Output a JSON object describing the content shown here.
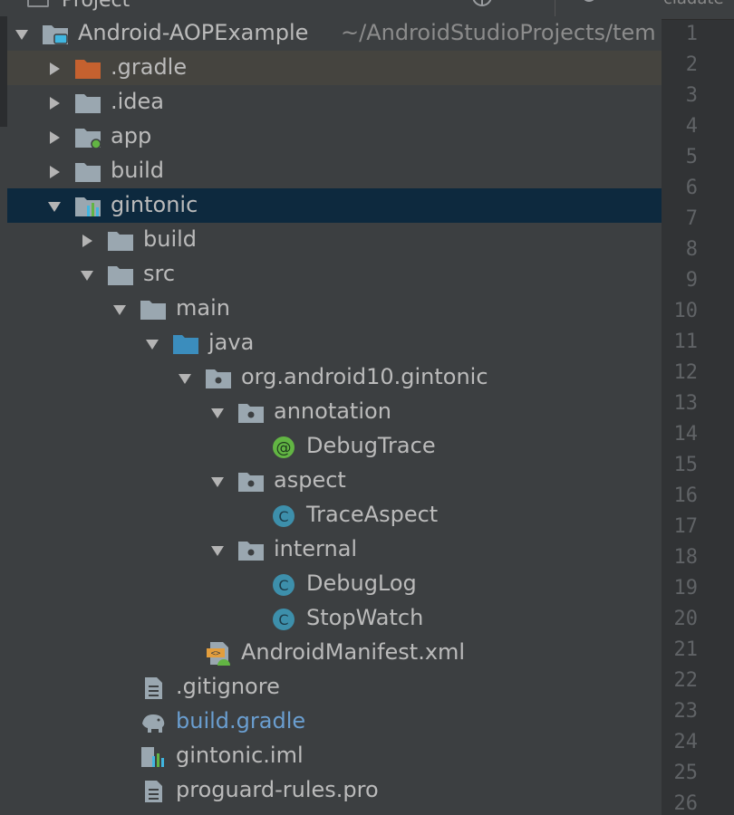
{
  "window": {
    "panel_title": "Project",
    "editor_tab_fragment": "cladate"
  },
  "colors": {
    "background": "#3c3f41",
    "selection": "#0d293e",
    "gutter": "#313335",
    "module_text": "#6a9ed0"
  },
  "tree": {
    "items": [
      {
        "label": "Android-AOPExample",
        "path": "~/AndroidStudioProjects/tem",
        "depth": 0,
        "expanded": true,
        "icon": "project-module-icon"
      },
      {
        "label": ".gradle",
        "depth": 1,
        "expanded": false,
        "icon": "excluded-folder-icon"
      },
      {
        "label": ".idea",
        "depth": 1,
        "expanded": false,
        "icon": "folder-icon"
      },
      {
        "label": "app",
        "depth": 1,
        "expanded": false,
        "icon": "android-module-folder-icon"
      },
      {
        "label": "build",
        "depth": 1,
        "expanded": false,
        "icon": "folder-icon"
      },
      {
        "label": "gintonic",
        "depth": 1,
        "expanded": true,
        "icon": "library-module-icon",
        "selected": true
      },
      {
        "label": "build",
        "depth": 2,
        "expanded": false,
        "icon": "folder-icon"
      },
      {
        "label": "src",
        "depth": 2,
        "expanded": true,
        "icon": "folder-icon"
      },
      {
        "label": "main",
        "depth": 3,
        "expanded": true,
        "icon": "folder-icon"
      },
      {
        "label": "java",
        "depth": 4,
        "expanded": true,
        "icon": "source-folder-icon"
      },
      {
        "label": "org.android10.gintonic",
        "depth": 5,
        "expanded": true,
        "icon": "package-icon"
      },
      {
        "label": "annotation",
        "depth": 6,
        "expanded": true,
        "icon": "package-icon"
      },
      {
        "label": "DebugTrace",
        "depth": 7,
        "icon": "annotation-icon"
      },
      {
        "label": "aspect",
        "depth": 6,
        "expanded": true,
        "icon": "package-icon"
      },
      {
        "label": "TraceAspect",
        "depth": 7,
        "icon": "class-icon"
      },
      {
        "label": "internal",
        "depth": 6,
        "expanded": true,
        "icon": "package-icon"
      },
      {
        "label": "DebugLog",
        "depth": 7,
        "icon": "class-icon"
      },
      {
        "label": "StopWatch",
        "depth": 7,
        "icon": "class-icon"
      },
      {
        "label": "AndroidManifest.xml",
        "depth": 5,
        "icon": "android-manifest-icon"
      },
      {
        "label": ".gitignore",
        "depth": 3,
        "icon": "text-file-icon"
      },
      {
        "label": "build.gradle",
        "depth": 3,
        "icon": "gradle-elephant-icon"
      },
      {
        "label": "gintonic.iml",
        "depth": 3,
        "icon": "module-file-icon"
      },
      {
        "label": "proguard-rules.pro",
        "depth": 3,
        "icon": "text-file-icon"
      }
    ]
  },
  "gutter": {
    "line_numbers": [
      "1",
      "2",
      "3",
      "4",
      "5",
      "6",
      "7",
      "8",
      "9",
      "10",
      "11",
      "12",
      "13",
      "14",
      "15",
      "16",
      "17",
      "18",
      "19",
      "20",
      "21",
      "22",
      "23",
      "24",
      "25",
      "26"
    ]
  }
}
